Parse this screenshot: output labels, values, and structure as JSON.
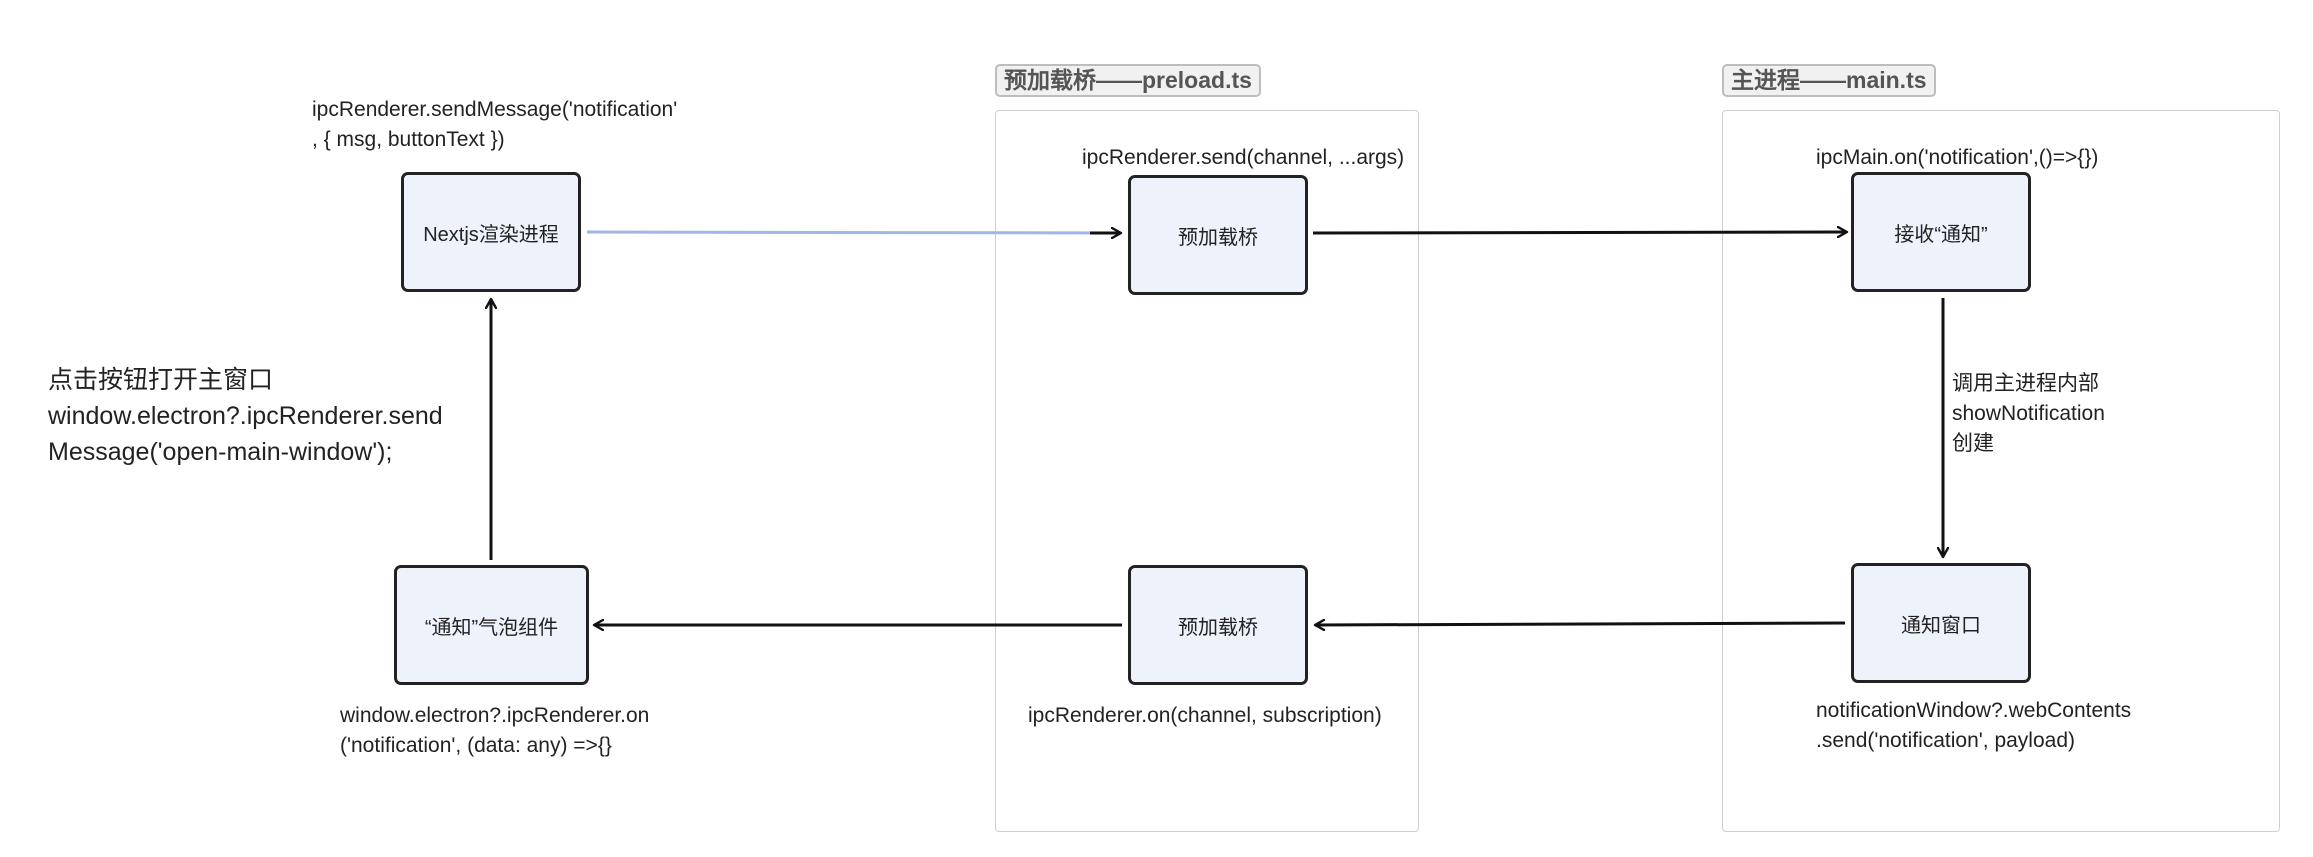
{
  "lanes": {
    "preload": {
      "title": "预加载桥——preload.ts"
    },
    "main": {
      "title": "主进程——main.ts"
    }
  },
  "nodes": {
    "renderer": "Nextjs渲染进程",
    "preload_top": "预加载桥",
    "receive": "接收“通知”",
    "notify_window": "通知窗口",
    "preload_bottom": "预加载桥",
    "bubble": "“通知”气泡组件"
  },
  "notes": {
    "send_message": [
      "ipcRenderer.sendMessage('notification'",
      ", { msg, buttonText })"
    ],
    "preload_send": "ipcRenderer.send(channel, ...args)",
    "main_on": "ipcMain.on('notification',()=>{})",
    "show_notification": [
      "调用主进程内部",
      "showNotification",
      "创建"
    ],
    "window_send": [
      "notificationWindow?.webContents",
      ".send('notification', payload)"
    ],
    "preload_on": "ipcRenderer.on(channel, subscription)",
    "renderer_on": [
      "window.electron?.ipcRenderer.on",
      "('notification', (data: any) =>{}"
    ],
    "open_main": [
      "点击按钮打开主窗口",
      "window.electron?.ipcRenderer.send",
      "Message('open-main-window');"
    ]
  },
  "colors": {
    "node_fill": "#eef2fb",
    "node_border": "#222222",
    "arrow": "#111111",
    "arrow_light": "#9fb6e6",
    "lane_border": "#cfcfcf"
  }
}
